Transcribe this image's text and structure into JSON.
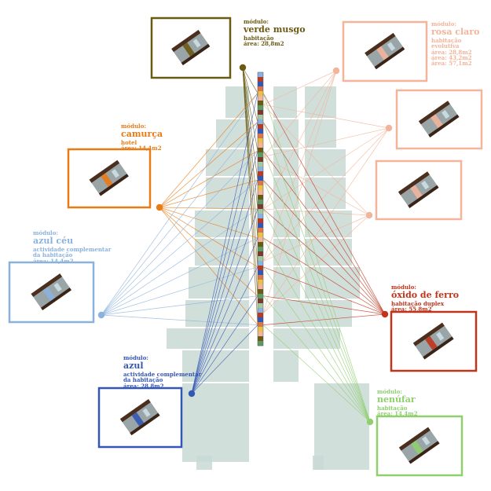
{
  "modules": {
    "verde_musgo": {
      "kicker": "módulo:",
      "name": "verde musgo",
      "lines": [
        "habitação",
        "área: 28,8m2"
      ],
      "color": "#6b5a12"
    },
    "rosa_claro": {
      "kicker": "módulo:",
      "name": "rosa claro",
      "lines": [
        "habitação evolutiva",
        "área: 28,8m2",
        "área: 43,2m2",
        "área: 57,1m2"
      ],
      "color": "#f2b49a"
    },
    "camurca": {
      "kicker": "módulo:",
      "name": "camurça",
      "lines": [
        "hotel",
        "área: 14,4m2"
      ],
      "color": "#e97b16"
    },
    "azul_ceu": {
      "kicker": "módulo:",
      "name": "azul céu",
      "lines": [
        "actividade complementar",
        "da habitação",
        "área: 14,4m2"
      ],
      "color": "#8bb2dd"
    },
    "oxido_de_ferro": {
      "kicker": "módulo:",
      "name": "óxido de ferro",
      "lines": [
        "habitação duplex",
        "área: 55,8m2"
      ],
      "color": "#c0341c"
    },
    "azul": {
      "kicker": "módulo:",
      "name": "azul",
      "lines": [
        "actividade complementar",
        "da habitação",
        "área: 28,8m2"
      ],
      "color": "#3456b5"
    },
    "nenufar": {
      "kicker": "módulo:",
      "name": "nenúfar",
      "lines": [
        "habitação",
        "área: 14,4m2"
      ],
      "color": "#8fcf6d"
    }
  },
  "colors": {
    "plan": "#c9d9d5",
    "tower_segments": [
      "#b63a2a",
      "#e8c04a",
      "#5c9b63",
      "#8bb2dd",
      "#d9774a",
      "#6b5a12",
      "#a4c9a0",
      "#3456b5",
      "#f2b49a",
      "#7a3a2c"
    ]
  }
}
